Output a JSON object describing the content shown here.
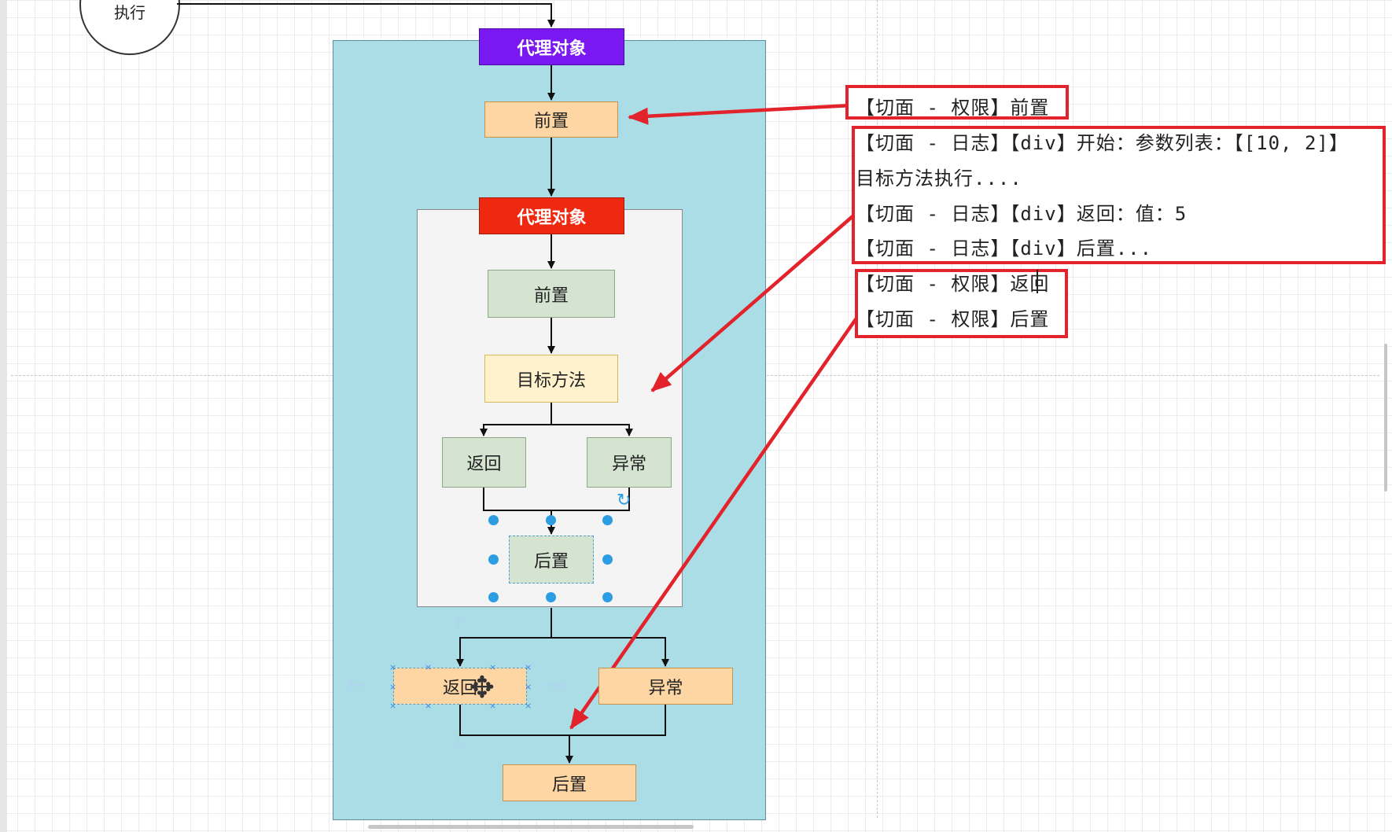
{
  "start_node": {
    "label": "执行"
  },
  "outer_proxy": {
    "title": "代理对象",
    "before": "前置",
    "returning": "返回",
    "exception": "异常",
    "after": "后置"
  },
  "inner_proxy": {
    "title": "代理对象",
    "before": "前置",
    "target_method": "目标方法",
    "returning": "返回",
    "exception": "异常",
    "after": "后置"
  },
  "console_log": {
    "lines": [
      "【切面 - 权限】前置",
      "【切面 - 日志】【div】开始：参数列表：【[10, 2]】",
      "目标方法执行....",
      "【切面 - 日志】【div】返回：值：5",
      "【切面 - 日志】【div】后置...",
      "【切面 - 权限】返回",
      "【切面 - 权限】后置"
    ]
  },
  "colors": {
    "outer_proxy_title": "#7a18f2",
    "inner_proxy_title": "#ef2810",
    "outer_container": "#abdde6",
    "annotation": "#e3232b"
  },
  "icons": [
    "move-cursor-icon",
    "rotate-icon"
  ]
}
